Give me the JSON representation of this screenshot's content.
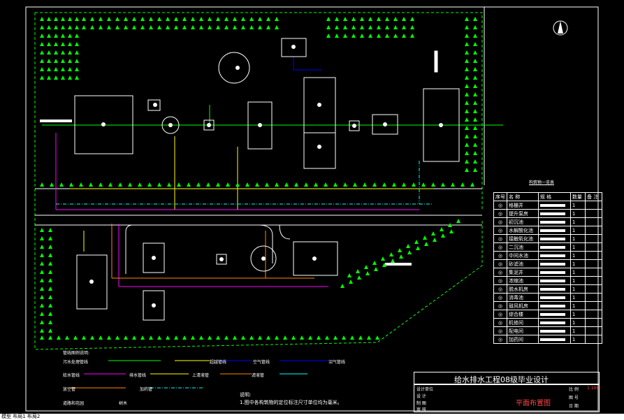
{
  "drawing": {
    "main_title": "给水排水工程08级毕业设计",
    "sheet_title": "平面布置图",
    "table_caption": "构筑物一览表",
    "note_label": "说明:",
    "note_text": "1.图中各构筑物的定位标注尺寸单位均为毫米。"
  },
  "table": {
    "headers": [
      "序号",
      "名 称",
      "规 格",
      "数量",
      "备 注"
    ],
    "rows": [
      {
        "name": "格栅井",
        "spec": "",
        "qty": "1"
      },
      {
        "name": "提升泵房",
        "spec": "",
        "qty": "1"
      },
      {
        "name": "初沉池",
        "spec": "",
        "qty": "1"
      },
      {
        "name": "水解酸化池",
        "spec": "",
        "qty": "1"
      },
      {
        "name": "接触氧化池",
        "spec": "",
        "qty": "1"
      },
      {
        "name": "二沉池",
        "spec": "",
        "qty": "1"
      },
      {
        "name": "中间水池",
        "spec": "",
        "qty": "1"
      },
      {
        "name": "砂滤池",
        "spec": "",
        "qty": "1"
      },
      {
        "name": "集泥井",
        "spec": "",
        "qty": "1"
      },
      {
        "name": "浓缩池",
        "spec": "",
        "qty": "1"
      },
      {
        "name": "脱水机房",
        "spec": "",
        "qty": "1"
      },
      {
        "name": "消毒池",
        "spec": "",
        "qty": "1"
      },
      {
        "name": "鼓风机房",
        "spec": "",
        "qty": "1"
      },
      {
        "name": "综合楼",
        "spec": "",
        "qty": "1"
      },
      {
        "name": "机修间",
        "spec": "",
        "qty": "1"
      },
      {
        "name": "配电间",
        "spec": "",
        "qty": "1"
      },
      {
        "name": "加药间",
        "spec": "",
        "qty": "1"
      }
    ]
  },
  "legend": {
    "title": "管线图例说明:",
    "items": [
      "污水处理管线",
      "超越管线",
      "空气管线",
      "沼气管线",
      "给水管线",
      "排水管线",
      "上清液管",
      "滤液管",
      "放空管",
      "加药管",
      "道路和花园",
      "树木"
    ]
  },
  "title_block": {
    "labels": [
      "设计单位",
      "设 计",
      "制 图",
      "审 核"
    ],
    "values": [
      "",
      "",
      "",
      ""
    ],
    "side_labels": [
      "比 例",
      "图 号",
      "日 期"
    ],
    "side_values": [
      "1:100",
      "",
      ""
    ]
  },
  "status_bar": "模型 布局1 布局2"
}
